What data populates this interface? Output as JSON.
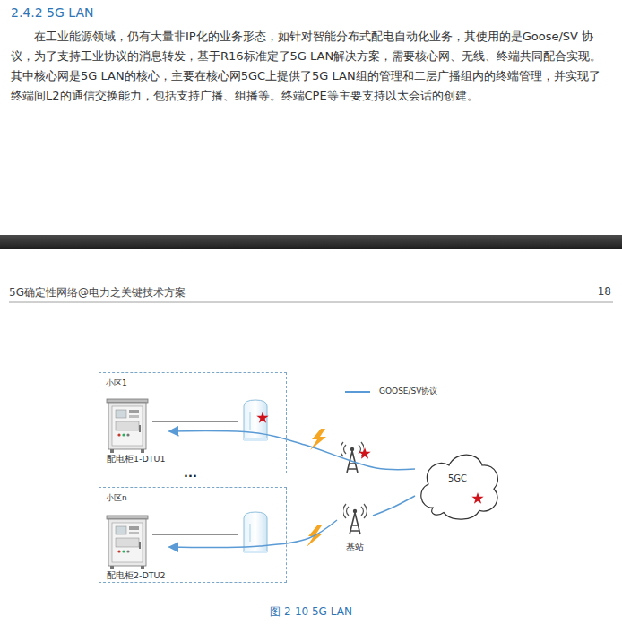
{
  "diagram": {
    "title": "2.4.2 5G LAN",
    "caption": "图 2-10 5G LAN",
    "nodes": [
      {
        "text": [
          "小区1"
        ]
      },
      {
        "text": [
          "配电柜1-DTU1"
        ],
        "in": 0
      },
      {
        "text": [
          "小区n"
        ]
      },
      {
        "text": [
          "配电柜2-DTU2"
        ],
        "in": 2
      },
      {
        "text": [
          "基站"
        ]
      },
      {
        "text": [
          "5GC"
        ]
      }
    ],
    "edges": [
      {
        "from": 5,
        "to": 1,
        "arrow": "to"
      },
      {
        "from": 5,
        "to": 4,
        "arrow": "none"
      },
      {
        "from": 4,
        "to": 3,
        "arrow": "to"
      }
    ],
    "labels": [
      "在工业能源领域，仍有大量非IP化的业务形态，如针对智能分布式配电自动化业务，其使用的是Goose/SV 协议，为了支持工业协议的消息转发，基于R16标准定了5G LAN解决方案，需要核心网、无线、终端共同配合实现。其中核心网是5G LAN的核心，主要在核心网5GC上提供了5G LAN组的管理和二层广播组内的终端管理，并实现了终端间L2的通信交换能力，包括支持广播、组播等。终端CPE等主要支持以太会话的创建。",
      "5G确定性网络@电力之关键技术方案",
      "18",
      "···"
    ],
    "legend": [
      {
        "text": "GOOSE/SV协议"
      }
    ]
  }
}
